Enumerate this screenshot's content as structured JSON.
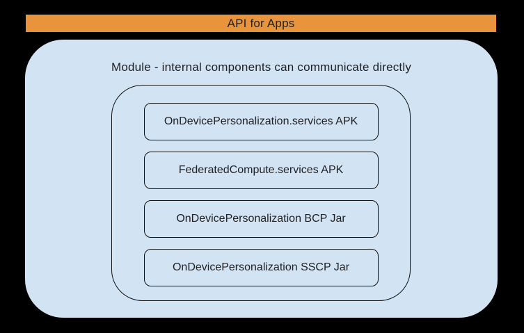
{
  "banner": {
    "label": "API for Apps",
    "bg_color": "#e8943c",
    "text_color": "#1f2124"
  },
  "module": {
    "title": "Module - internal components can communicate directly",
    "bg_color": "#d2e3f3",
    "border_color": "#111111",
    "components": [
      {
        "label": "OnDevicePersonalization.services APK"
      },
      {
        "label": "FederatedCompute.services APK"
      },
      {
        "label": "OnDevicePersonalization BCP Jar"
      },
      {
        "label": "OnDevicePersonalization SSCP Jar"
      }
    ]
  },
  "page": {
    "background_color": "#000000"
  }
}
